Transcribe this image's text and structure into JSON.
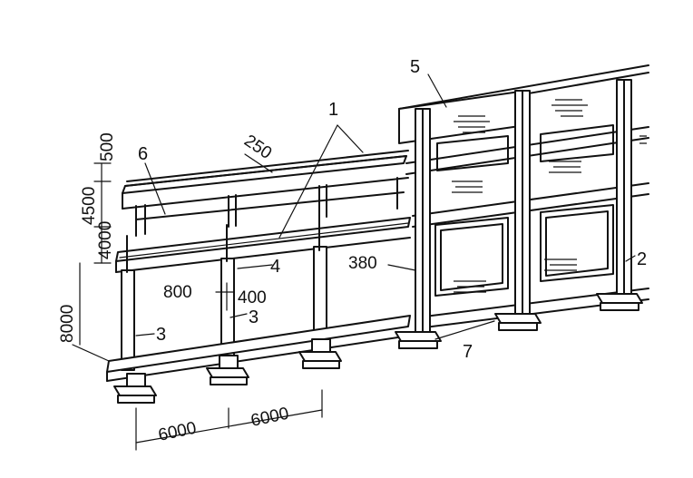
{
  "callouts": {
    "c1": "1",
    "c2": "2",
    "c3a": "3",
    "c3b": "3",
    "c4": "4",
    "c5": "5",
    "c6": "6",
    "c7": "7"
  },
  "dimensions": {
    "d250": "250",
    "d500": "500",
    "d4500": "4500",
    "d4000": "4000",
    "d8000": "8000",
    "d800": "800",
    "d400": "400",
    "d380": "380",
    "d6000a": "6000",
    "d6000b": "6000"
  }
}
